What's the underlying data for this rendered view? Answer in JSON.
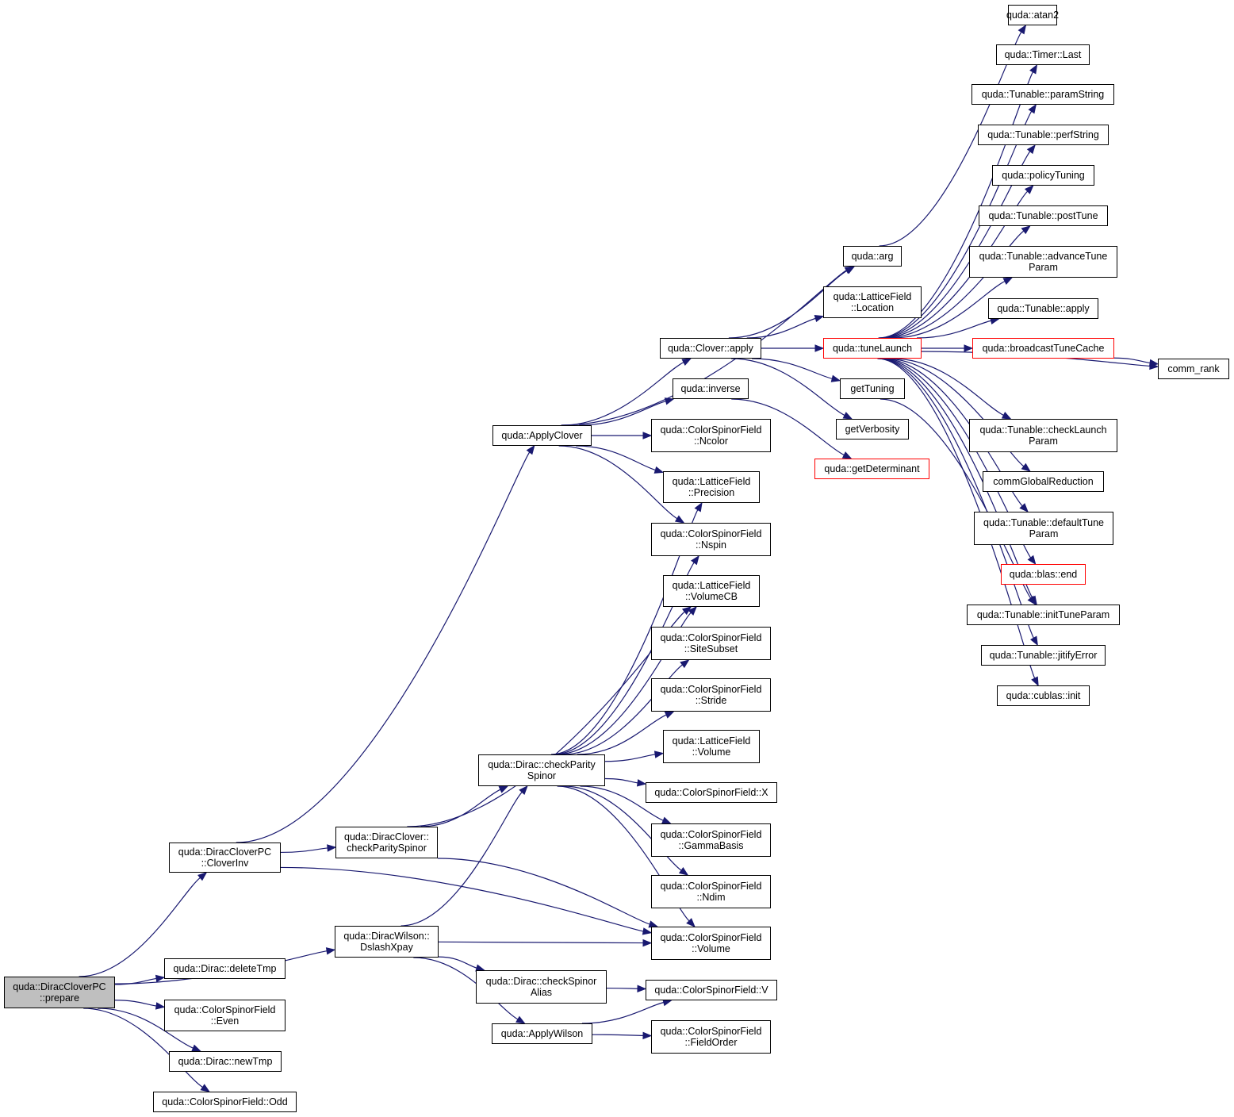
{
  "colors": {
    "edge": "#191970",
    "root_fill": "#bfbfbf",
    "red_border": "#ff0000",
    "node_border": "#000000"
  },
  "nodes": [
    {
      "id": "prepare",
      "lines": [
        "quda::DiracCloverPC",
        "::prepare"
      ],
      "root": true
    },
    {
      "id": "cloverinv",
      "lines": [
        "quda::DiracCloverPC",
        "::CloverInv"
      ]
    },
    {
      "id": "deletetmp",
      "lines": [
        "quda::Dirac::deleteTmp"
      ]
    },
    {
      "id": "even",
      "lines": [
        "quda::ColorSpinorField",
        "::Even"
      ]
    },
    {
      "id": "newtmp",
      "lines": [
        "quda::Dirac::newTmp"
      ]
    },
    {
      "id": "odd",
      "lines": [
        "quda::ColorSpinorField::Odd"
      ]
    },
    {
      "id": "dslashxpay",
      "lines": [
        "quda::DiracWilson::",
        "DslashXpay"
      ]
    },
    {
      "id": "dcclover",
      "lines": [
        "quda::DiracClover::",
        "checkParitySpinor"
      ]
    },
    {
      "id": "applyclover",
      "lines": [
        "quda::ApplyClover"
      ]
    },
    {
      "id": "dcparity",
      "lines": [
        "quda::Dirac::checkParity",
        "Spinor"
      ]
    },
    {
      "id": "alias",
      "lines": [
        "quda::Dirac::checkSpinor",
        "Alias"
      ]
    },
    {
      "id": "applywilson",
      "lines": [
        "quda::ApplyWilson"
      ]
    },
    {
      "id": "cloverapply",
      "lines": [
        "quda::Clover::apply"
      ]
    },
    {
      "id": "inverse",
      "lines": [
        "quda::inverse"
      ]
    },
    {
      "id": "ncolor",
      "lines": [
        "quda::ColorSpinorField",
        "::Ncolor"
      ]
    },
    {
      "id": "precision",
      "lines": [
        "quda::LatticeField",
        "::Precision"
      ]
    },
    {
      "id": "nspin",
      "lines": [
        "quda::ColorSpinorField",
        "::Nspin"
      ]
    },
    {
      "id": "volumecb",
      "lines": [
        "quda::LatticeField",
        "::VolumeCB"
      ]
    },
    {
      "id": "sitesubset",
      "lines": [
        "quda::ColorSpinorField",
        "::SiteSubset"
      ]
    },
    {
      "id": "stride",
      "lines": [
        "quda::ColorSpinorField",
        "::Stride"
      ]
    },
    {
      "id": "lfvolume",
      "lines": [
        "quda::LatticeField",
        "::Volume"
      ]
    },
    {
      "id": "csfx",
      "lines": [
        "quda::ColorSpinorField::X"
      ]
    },
    {
      "id": "gammabasis",
      "lines": [
        "quda::ColorSpinorField",
        "::GammaBasis"
      ]
    },
    {
      "id": "ndim",
      "lines": [
        "quda::ColorSpinorField",
        "::Ndim"
      ]
    },
    {
      "id": "csfvolume",
      "lines": [
        "quda::ColorSpinorField",
        "::Volume"
      ]
    },
    {
      "id": "csfv",
      "lines": [
        "quda::ColorSpinorField::V"
      ]
    },
    {
      "id": "fieldorder",
      "lines": [
        "quda::ColorSpinorField",
        "::FieldOrder"
      ]
    },
    {
      "id": "arg",
      "lines": [
        "quda::arg"
      ]
    },
    {
      "id": "location",
      "lines": [
        "quda::LatticeField",
        "::Location"
      ]
    },
    {
      "id": "tunelaunch",
      "lines": [
        "quda::tuneLaunch"
      ],
      "red": true
    },
    {
      "id": "gettuning",
      "lines": [
        "getTuning"
      ]
    },
    {
      "id": "getverbosity",
      "lines": [
        "getVerbosity"
      ]
    },
    {
      "id": "getdet",
      "lines": [
        "quda::getDeterminant"
      ],
      "red": true
    },
    {
      "id": "atan2",
      "lines": [
        "quda::atan2"
      ]
    },
    {
      "id": "timerlast",
      "lines": [
        "quda::Timer::Last"
      ]
    },
    {
      "id": "paramstring",
      "lines": [
        "quda::Tunable::paramString"
      ]
    },
    {
      "id": "perfstring",
      "lines": [
        "quda::Tunable::perfString"
      ]
    },
    {
      "id": "policytuning",
      "lines": [
        "quda::policyTuning"
      ]
    },
    {
      "id": "posttune",
      "lines": [
        "quda::Tunable::postTune"
      ]
    },
    {
      "id": "advancetune",
      "lines": [
        "quda::Tunable::advanceTune",
        "Param"
      ]
    },
    {
      "id": "tunableapply",
      "lines": [
        "quda::Tunable::apply"
      ]
    },
    {
      "id": "broadcast",
      "lines": [
        "quda::broadcastTuneCache"
      ],
      "red": true
    },
    {
      "id": "commrank",
      "lines": [
        "comm_rank"
      ]
    },
    {
      "id": "checklaunch",
      "lines": [
        "quda::Tunable::checkLaunch",
        "Param"
      ]
    },
    {
      "id": "commglobal",
      "lines": [
        "commGlobalReduction"
      ]
    },
    {
      "id": "defaulttune",
      "lines": [
        "quda::Tunable::defaultTune",
        "Param"
      ]
    },
    {
      "id": "blasend",
      "lines": [
        "quda::blas::end"
      ],
      "red": true
    },
    {
      "id": "inittune",
      "lines": [
        "quda::Tunable::initTuneParam"
      ]
    },
    {
      "id": "jitify",
      "lines": [
        "quda::Tunable::jitifyError"
      ]
    },
    {
      "id": "cublasinit",
      "lines": [
        "quda::cublas::init"
      ]
    }
  ]
}
